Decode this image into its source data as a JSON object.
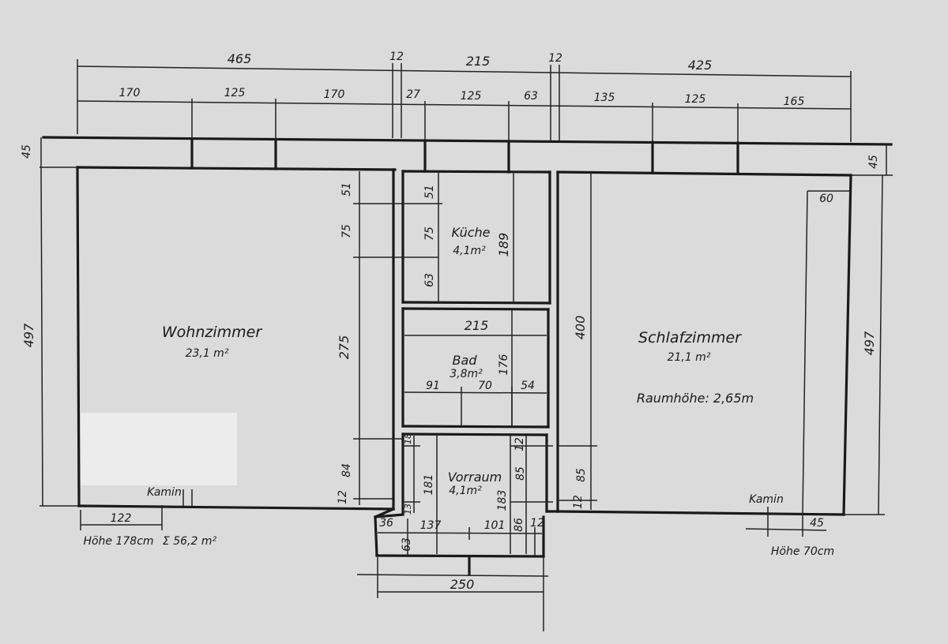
{
  "rooms": {
    "wohnzimmer": {
      "name": "Wohnzimmer",
      "area": "23,1 m²"
    },
    "kueche": {
      "name": "Küche",
      "area": "4,1m²"
    },
    "bad": {
      "name": "Bad",
      "area": "3,8m²"
    },
    "vorraum": {
      "name": "Vorraum",
      "area": "4,1m²"
    },
    "schlafzimmer": {
      "name": "Schlafzimmer",
      "area": "21,1 m²"
    }
  },
  "notes": {
    "raumhoehe": "Raumhöhe: 2,65m",
    "kamin": "Kamin",
    "hoehe_left": "Höhe 178cm",
    "total_area": "Σ 56,2 m²",
    "hoehe_right": "Höhe 70cm"
  },
  "dimensions": {
    "top_465": "465",
    "top_12a": "12",
    "top_215": "215",
    "top_12b": "12",
    "top_425": "425",
    "sub_170a": "170",
    "sub_125a": "125",
    "sub_170b": "170",
    "sub_27": "27",
    "sub_125b": "125",
    "sub_63": "63",
    "sub_135": "135",
    "sub_125c": "125",
    "sub_165": "165",
    "wall_45_left": "45",
    "wall_45_right": "45",
    "h_497_left": "497",
    "h_497_right": "497",
    "d_51a": "51",
    "d_75a": "75",
    "d_275": "275",
    "d_84": "84",
    "d_12a": "12",
    "d_51b": "51",
    "d_75b": "75",
    "d_63a": "63",
    "d_189": "189",
    "d_215": "215",
    "d_176": "176",
    "d_91": "91",
    "d_70": "70",
    "d_54": "54",
    "d_400": "400",
    "d_60": "60",
    "d_85a": "85",
    "d_12b": "12",
    "d_85b": "85",
    "d_12c": "12",
    "d_18": "18",
    "d_181": "181",
    "d_13": "13",
    "d_183": "183",
    "d_86": "86",
    "d_36": "36",
    "d_137": "137",
    "d_101": "101",
    "d_12d": "12",
    "d_63b": "63",
    "d_250": "250",
    "d_122": "122",
    "d_45c": "45"
  }
}
